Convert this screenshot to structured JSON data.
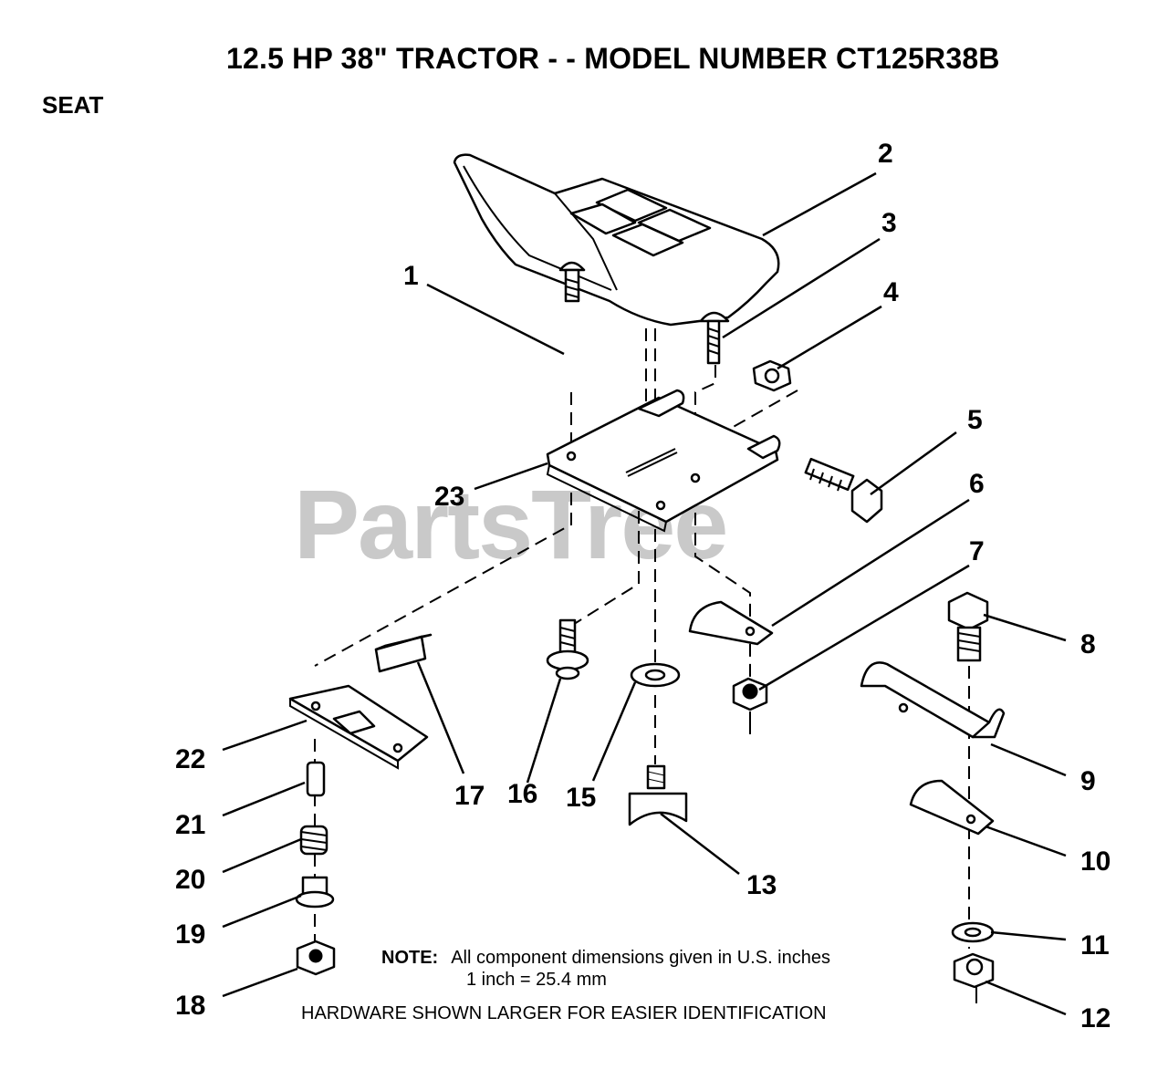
{
  "header": {
    "title": "12.5 HP 38\" TRACTOR - - MODEL NUMBER CT125R38B",
    "section": "SEAT"
  },
  "watermark": "PartsTree",
  "note": {
    "label": "NOTE:",
    "line1": "All component dimensions given in U.S. inches",
    "line2": "1 inch = 25.4 mm"
  },
  "footer": "HARDWARE SHOWN LARGER FOR EASIER IDENTIFICATION",
  "callouts": [
    "1",
    "2",
    "3",
    "4",
    "5",
    "6",
    "7",
    "8",
    "9",
    "10",
    "11",
    "12",
    "13",
    "15",
    "16",
    "17",
    "18",
    "19",
    "20",
    "21",
    "22",
    "23"
  ]
}
